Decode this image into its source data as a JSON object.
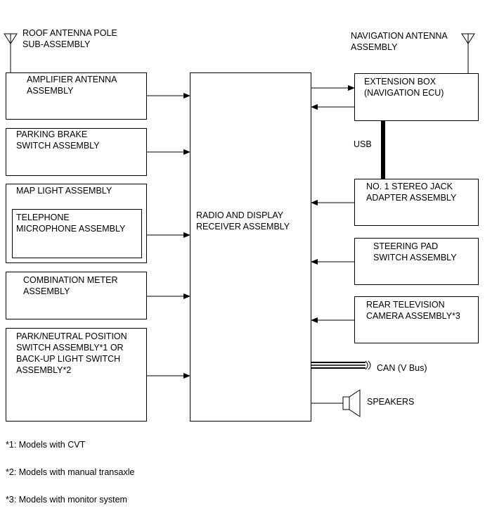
{
  "roof_antenna_label": "ROOF ANTENNA POLE\nSUB-ASSEMBLY",
  "nav_antenna_label": "NAVIGATION ANTENNA\nASSEMBLY",
  "left_boxes": {
    "amplifier": "AMPLIFIER ANTENNA\nASSEMBLY",
    "parking_brake": "PARKING BRAKE\nSWITCH ASSEMBLY",
    "map_light": "MAP LIGHT ASSEMBLY",
    "telephone_mic": "TELEPHONE\nMICROPHONE ASSEMBLY",
    "combination_meter": "COMBINATION METER\nASSEMBLY",
    "park_neutral": "PARK/NEUTRAL POSITION\nSWITCH ASSEMBLY*1 OR\nBACK-UP LIGHT SWITCH\nASSEMBLY*2"
  },
  "center_box": "RADIO AND DISPLAY\nRECEIVER ASSEMBLY",
  "right_boxes": {
    "extension_box": "EXTENSION BOX\n(NAVIGATION ECU)",
    "usb_label": "USB",
    "stereo_jack": "NO. 1 STEREO JACK\nADAPTER ASSEMBLY",
    "steering_pad": "STEERING PAD\nSWITCH ASSEMBLY",
    "rear_camera": "REAR TELEVISION\nCAMERA ASSEMBLY*3"
  },
  "can_label": "CAN (V Bus)",
  "speakers_label": "SPEAKERS",
  "footnotes": [
    "*1: Models with CVT",
    "*2: Models with manual transaxle",
    "*3: Models with monitor system"
  ]
}
